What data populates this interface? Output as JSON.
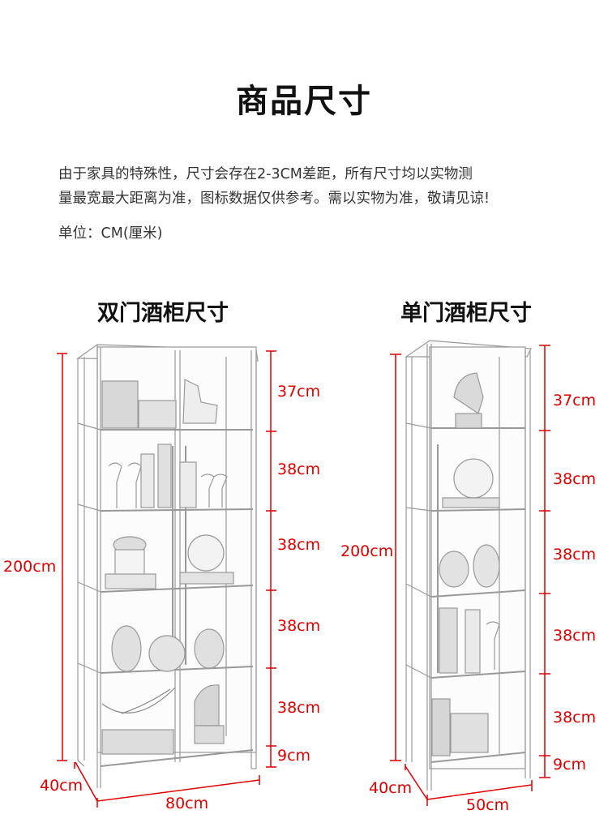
{
  "header": {
    "title": "商品尺寸"
  },
  "notice": {
    "line1": "由于家具的特殊性，尺寸会存在2-3CM差距，所有尺寸均以实物测",
    "line2": "量最宽最大距离为准，图标数据仅供参考。需以实物为准，敬请见谅!",
    "unit": "单位：CM(厘米)"
  },
  "colors": {
    "dimension": "#e00000",
    "text": "#333333"
  },
  "cabinets": [
    {
      "name": "双门酒柜尺寸",
      "height": "200cm",
      "depth": "40cm",
      "width": "80cm",
      "shelves": [
        "37cm",
        "38cm",
        "38cm",
        "38cm",
        "38cm",
        "9cm"
      ],
      "contents": [
        "books",
        "horse-statue",
        "wine-glasses",
        "wine-bottles",
        "succulent-pot",
        "geometric-sphere",
        "vases",
        "coral-ornament",
        "horse-head-bust"
      ]
    },
    {
      "name": "单门酒柜尺寸",
      "height": "200cm",
      "depth": "40cm",
      "width": "50cm",
      "shelves": [
        "37cm",
        "38cm",
        "38cm",
        "38cm",
        "38cm",
        "9cm"
      ],
      "contents": [
        "horse-head-bust",
        "geometric-sphere",
        "vases",
        "wine-bottles",
        "wine-glass",
        "books"
      ]
    }
  ]
}
